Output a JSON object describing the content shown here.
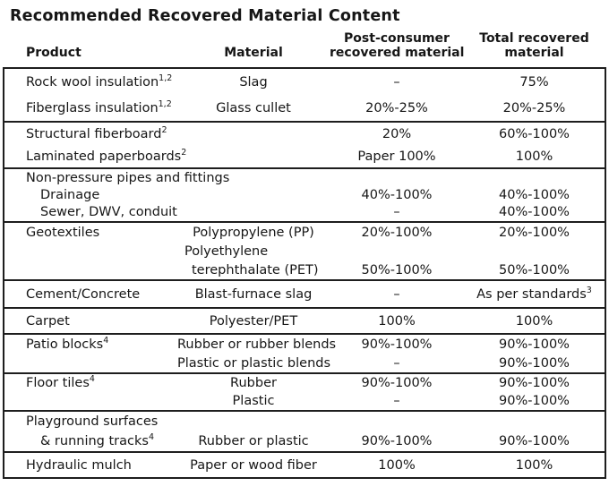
{
  "title": "Recommended Recovered Material Content",
  "columns": [
    {
      "key": "product",
      "label": "Product",
      "lines": [
        "Product"
      ]
    },
    {
      "key": "material",
      "label": "Material",
      "lines": [
        "Material"
      ]
    },
    {
      "key": "post-consumer-recovered-material",
      "label": "Post-consumer recovered material",
      "lines": [
        "Post-consumer",
        "recovered material"
      ]
    },
    {
      "key": "total-recovered-material",
      "label": "Total recovered material",
      "lines": [
        "Total recovered",
        "material"
      ]
    }
  ],
  "blocks": [
    {
      "rows": [
        {
          "product": "Rock wool insulation",
          "product_sup": "1,2",
          "material": "Slag",
          "post": "–",
          "total": "75%"
        },
        {
          "product": "Fiberglass insulation",
          "product_sup": "1,2",
          "material": "Glass cullet",
          "post": "20%-25%",
          "total": "20%-25%"
        }
      ]
    },
    {
      "rows": [
        {
          "product": "Structural fiberboard",
          "product_sup": "2",
          "material": "",
          "post": "20%",
          "total": "60%-100%"
        },
        {
          "product": "Laminated paperboards",
          "product_sup": "2",
          "material": "",
          "post": "Paper 100%",
          "total": "100%"
        }
      ]
    },
    {
      "rows": [
        {
          "product": "Non-pressure pipes and fittings",
          "material": "",
          "post": "",
          "total": ""
        },
        {
          "product": "Drainage",
          "indent": true,
          "material": "",
          "post": "40%-100%",
          "total": "40%-100%"
        },
        {
          "product": "Sewer, DWV, conduit",
          "indent": true,
          "material": "",
          "post": "–",
          "total": "40%-100%"
        }
      ]
    },
    {
      "rows": [
        {
          "product": "Geotextiles",
          "material": "Polypropylene (PP)",
          "post": "20%-100%",
          "total": "20%-100%"
        },
        {
          "product": "",
          "material": "Polyethylene",
          "material_wrap": "wrap1",
          "post": "",
          "total": ""
        },
        {
          "product": "",
          "material": "terephthalate (PET)",
          "material_wrap": "wrap2",
          "post": "50%-100%",
          "total": "50%-100%"
        }
      ]
    },
    {
      "rows": [
        {
          "product": "Cement/Concrete",
          "material": "Blast-furnace slag",
          "post": "–",
          "total": "As per standards",
          "total_sup": "3"
        }
      ]
    },
    {
      "rows": [
        {
          "product": "Carpet",
          "material": "Polyester/PET",
          "post": "100%",
          "total": "100%"
        }
      ]
    },
    {
      "rows": [
        {
          "product": "Patio blocks",
          "product_sup": "4",
          "material": "Rubber or rubber blends",
          "post": "90%-100%",
          "total": "90%-100%"
        },
        {
          "product": "",
          "material": "Plastic or plastic blends",
          "post": "–",
          "total": "90%-100%"
        }
      ]
    },
    {
      "rows": [
        {
          "product": "Floor tiles",
          "product_sup": "4",
          "material": "Rubber",
          "post": "90%-100%",
          "total": "90%-100%"
        },
        {
          "product": "",
          "material": "Plastic",
          "post": "–",
          "total": "90%-100%"
        }
      ]
    },
    {
      "rows": [
        {
          "product": "Playground surfaces",
          "material": "",
          "post": "",
          "total": ""
        },
        {
          "product": "& running tracks",
          "product_sup": "4",
          "indent": true,
          "material": "Rubber or plastic",
          "post": "90%-100%",
          "total": "90%-100%"
        }
      ]
    },
    {
      "rows": [
        {
          "product": "Hydraulic mulch",
          "material": "Paper or wood fiber",
          "post": "100%",
          "total": "100%"
        }
      ]
    }
  ]
}
